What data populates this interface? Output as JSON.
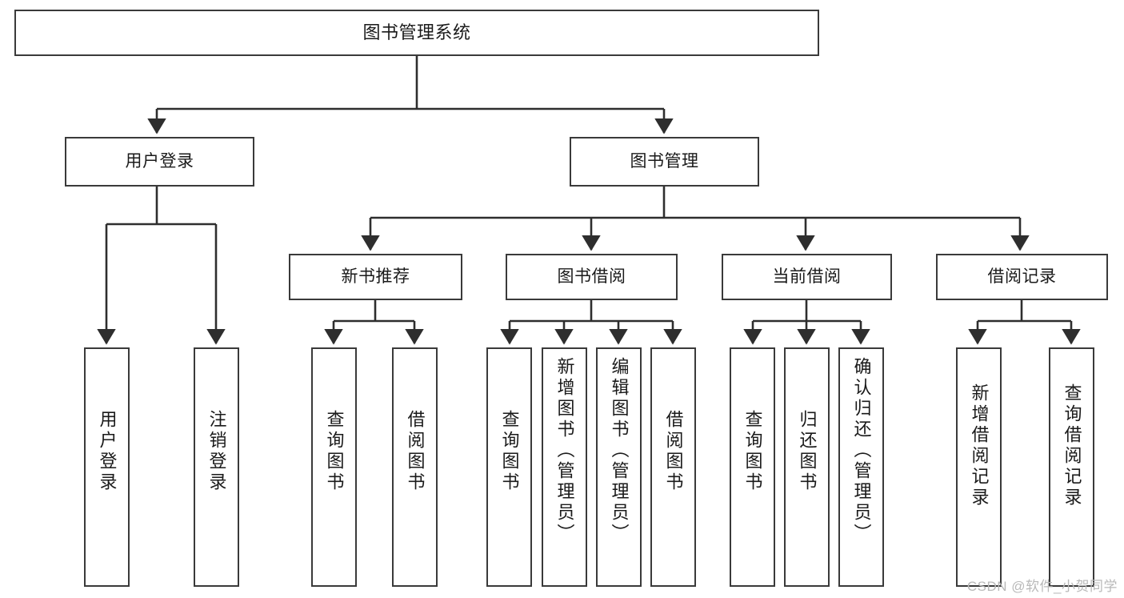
{
  "diagram": {
    "title": "图书管理系统",
    "type": "tree-hierarchy-chart",
    "watermark": "CSDN @软件_小贺同学",
    "colors": {
      "box_border": "#3a3a3a",
      "box_fill": "#ffffff",
      "edge": "#2e2e2e",
      "text": "#1a1a1a",
      "watermark": "#b9b9b9"
    },
    "levels": {
      "root": {
        "label": "图书管理系统"
      },
      "level2": [
        {
          "id": "user-login",
          "label": "用户登录"
        },
        {
          "id": "book-manage",
          "label": "图书管理"
        }
      ],
      "level3": [
        {
          "id": "new-book-recommend",
          "label": "新书推荐"
        },
        {
          "id": "book-borrow",
          "label": "图书借阅"
        },
        {
          "id": "current-borrow",
          "label": "当前借阅"
        },
        {
          "id": "borrow-record",
          "label": "借阅记录"
        }
      ],
      "leaves": {
        "user_login": [
          {
            "id": "leaf-user-login",
            "label": "用户登录"
          },
          {
            "id": "leaf-logout-login",
            "label": "注销登录"
          }
        ],
        "new_book_recommend": [
          {
            "id": "leaf-query-book-1",
            "label": "查询图书"
          },
          {
            "id": "leaf-borrow-book-1",
            "label": "借阅图书"
          }
        ],
        "book_borrow": [
          {
            "id": "leaf-query-book-2",
            "label": "查询图书"
          },
          {
            "id": "leaf-add-book",
            "label": "新增图书（管理员）"
          },
          {
            "id": "leaf-edit-book",
            "label": "编辑图书（管理员）"
          },
          {
            "id": "leaf-borrow-book-2",
            "label": "借阅图书"
          }
        ],
        "current_borrow": [
          {
            "id": "leaf-query-book-3",
            "label": "查询图书"
          },
          {
            "id": "leaf-return-book",
            "label": "归还图书"
          },
          {
            "id": "leaf-confirm-return",
            "label": "确认归还（管理员）"
          }
        ],
        "borrow_record": [
          {
            "id": "leaf-add-record",
            "label": "新增借阅记录"
          },
          {
            "id": "leaf-query-record",
            "label": "查询借阅记录"
          }
        ]
      }
    }
  }
}
